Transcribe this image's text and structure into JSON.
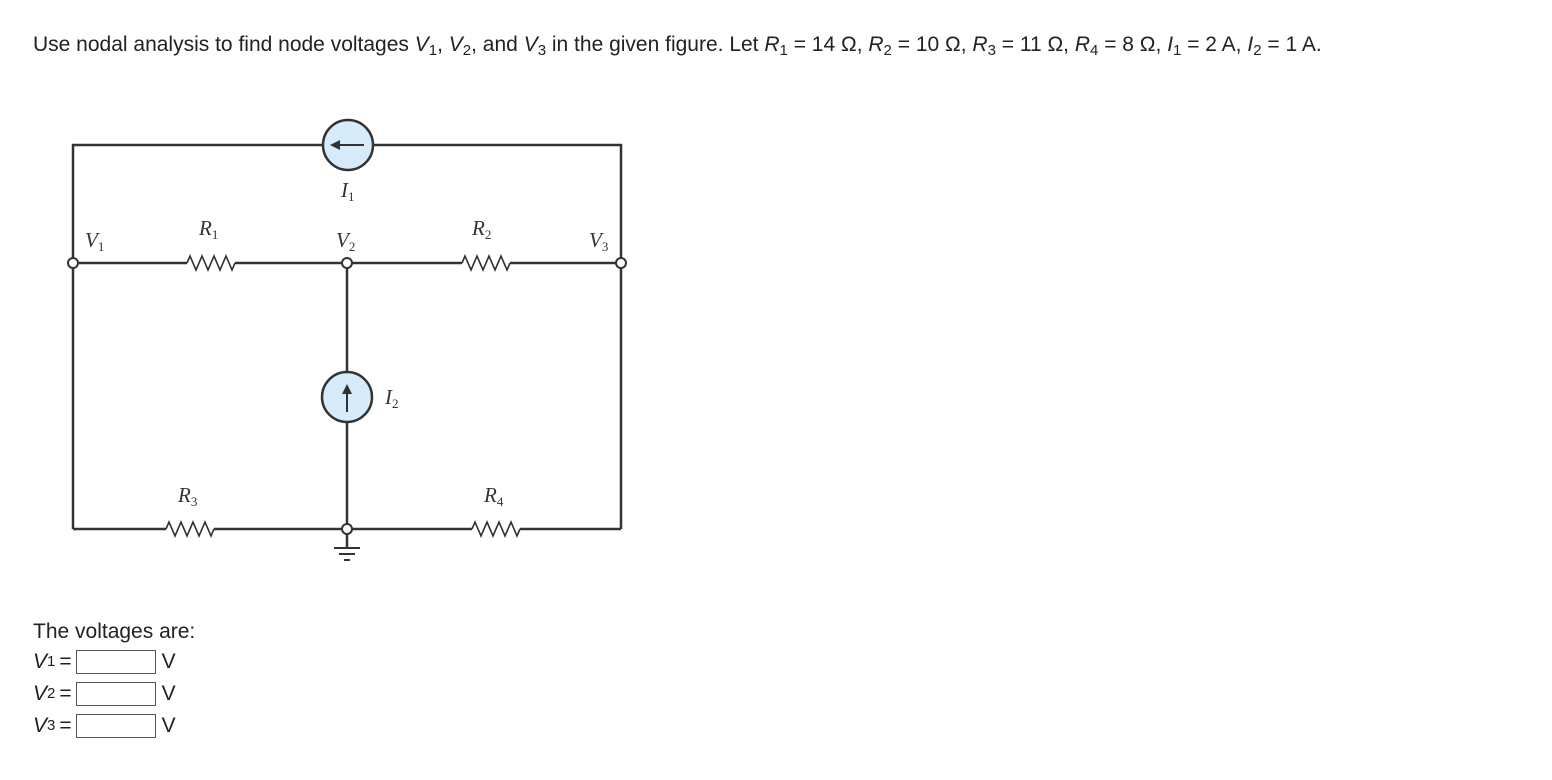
{
  "question": {
    "p1": "Use nodal analysis to find node voltages ",
    "v1_sym": "V",
    "v1_sub": "1",
    "p2": ", ",
    "v2_sym": "V",
    "v2_sub": "2",
    "p3": ", and ",
    "v3_sym": "V",
    "v3_sub": "3",
    "p4": " in the given figure. Let ",
    "r1_sym": "R",
    "r1_sub": "1",
    "r1_val": " = 14 Ω, ",
    "r2_sym": "R",
    "r2_sub": "2",
    "r2_val": " = 10 Ω, ",
    "r3_sym": "R",
    "r3_sub": "3",
    "r3_val": " = 11 Ω, ",
    "r4_sym": "R",
    "r4_sub": "4",
    "r4_val": " = 8 Ω, ",
    "i1_sym": "I",
    "i1_sub": "1",
    "i1_val": " = 2 A, ",
    "i2_sym": "I",
    "i2_sub": "2",
    "i2_val": " = 1 A."
  },
  "circuit": {
    "node_v1": "V",
    "node_v1_sub": "1",
    "node_v2": "V",
    "node_v2_sub": "2",
    "node_v3": "V",
    "node_v3_sub": "3",
    "r1": "R",
    "r1_sub": "1",
    "r2": "R",
    "r2_sub": "2",
    "r3": "R",
    "r3_sub": "3",
    "r4": "R",
    "r4_sub": "4",
    "i1": "I",
    "i1_sub": "1",
    "i2": "I",
    "i2_sub": "2",
    "source_fill": "#d6ecfa",
    "wire_color": "#333333"
  },
  "answers": {
    "intro": "The voltages are:",
    "rows": [
      {
        "sym": "V",
        "sub": "1",
        "eq": "=",
        "value": "",
        "unit": "V"
      },
      {
        "sym": "V",
        "sub": "2",
        "eq": "=",
        "value": "",
        "unit": "V"
      },
      {
        "sym": "V",
        "sub": "3",
        "eq": "=",
        "value": "",
        "unit": "V"
      }
    ]
  }
}
